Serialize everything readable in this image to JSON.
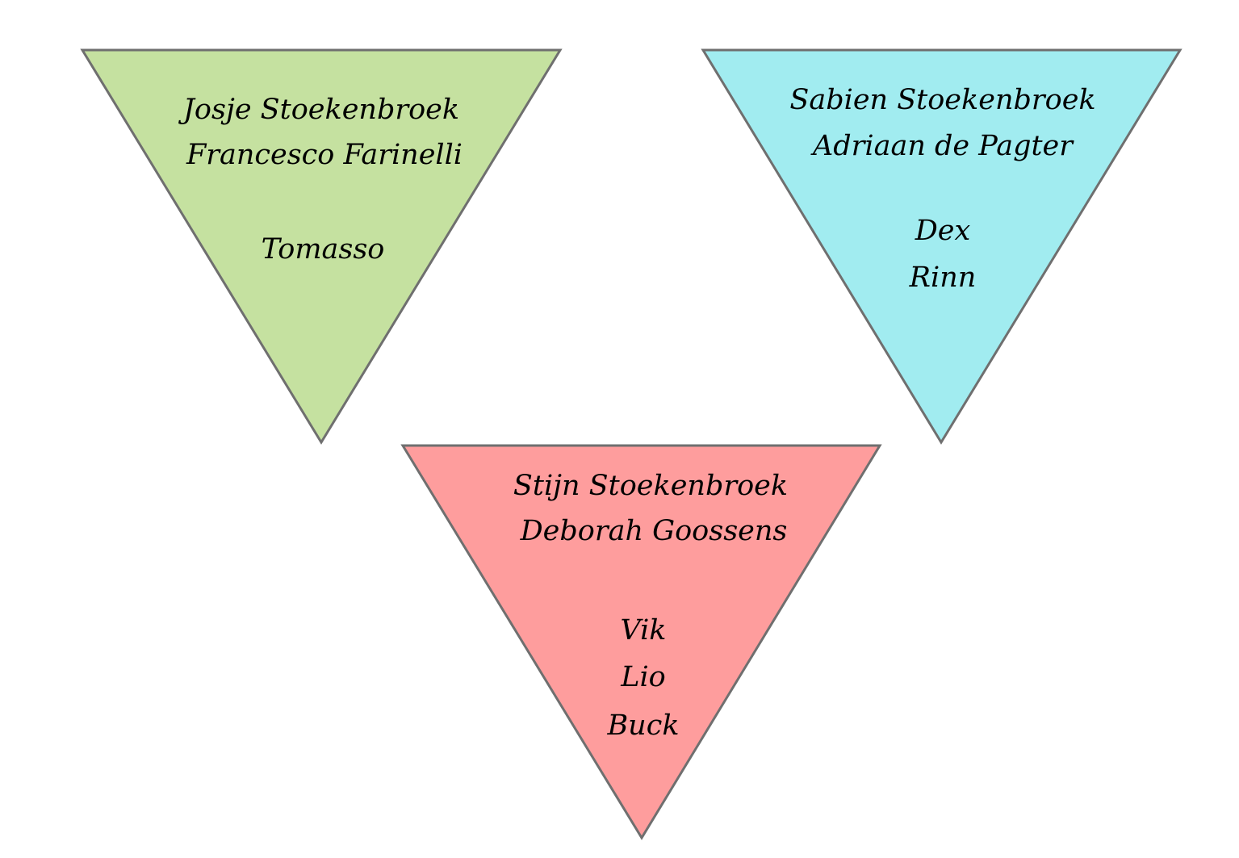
{
  "colors": {
    "background": "#ffffff",
    "border": "#6f6f6f",
    "text": "#000000"
  },
  "families": [
    {
      "id": "green",
      "fill": "#c5e1a0",
      "parents": [
        "Josje Stoekenbroek",
        "Francesco Farinelli"
      ],
      "children": [
        "Tomasso"
      ]
    },
    {
      "id": "cyan",
      "fill": "#a1ecf0",
      "parents": [
        "Sabien Stoekenbroek",
        "Adriaan de Pagter"
      ],
      "children": [
        "Dex",
        "Rinn"
      ]
    },
    {
      "id": "red",
      "fill": "#fe9d9d",
      "parents": [
        "Stijn Stoekenbroek",
        "Deborah Goossens"
      ],
      "children": [
        "Vik",
        "Lio",
        "Buck"
      ]
    }
  ]
}
